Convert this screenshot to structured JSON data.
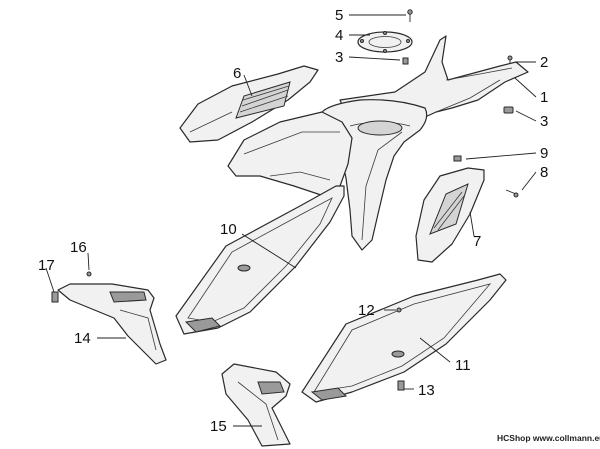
{
  "diagram": {
    "callouts": {
      "c1": "1",
      "c2": "2",
      "c3a": "3",
      "c3b": "3",
      "c4": "4",
      "c5": "5",
      "c6": "6",
      "c7": "7",
      "c8": "8",
      "c9": "9",
      "c10": "10",
      "c11": "11",
      "c12": "12",
      "c13": "13",
      "c14": "14",
      "c15": "15",
      "c16": "16",
      "c17": "17"
    },
    "credit": "HCShop www.collmann.eu"
  }
}
